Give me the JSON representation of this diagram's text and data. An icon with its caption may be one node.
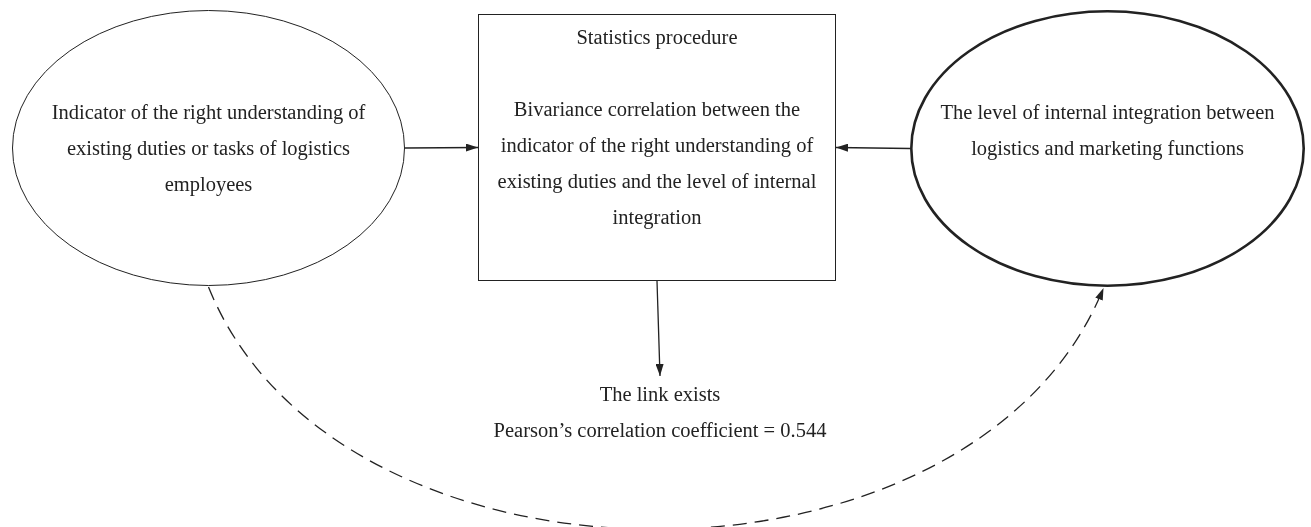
{
  "diagram": {
    "nodes": [
      {
        "text": [
          "Indicator of the right understanding of existing duties or tasks of logistics employees"
        ]
      },
      {
        "text": [
          "Statistics procedure",
          "Bivariance correlation between the indicator of the right understanding of existing duties and the level of internal integration"
        ]
      },
      {
        "text": [
          "The level of internal integration between logistics and marketing functions"
        ]
      },
      {
        "text": [
          "The link exists",
          "Pearson’s correlation coefficient = 0.544"
        ]
      }
    ],
    "edges": [
      {
        "from": 0,
        "to": 1,
        "arrow": "to"
      },
      {
        "from": 2,
        "to": 1,
        "arrow": "to"
      },
      {
        "from": 1,
        "to": 3,
        "arrow": "to"
      },
      {
        "from": 0,
        "to": 2,
        "arrow": "to",
        "style": "dashed"
      }
    ]
  }
}
